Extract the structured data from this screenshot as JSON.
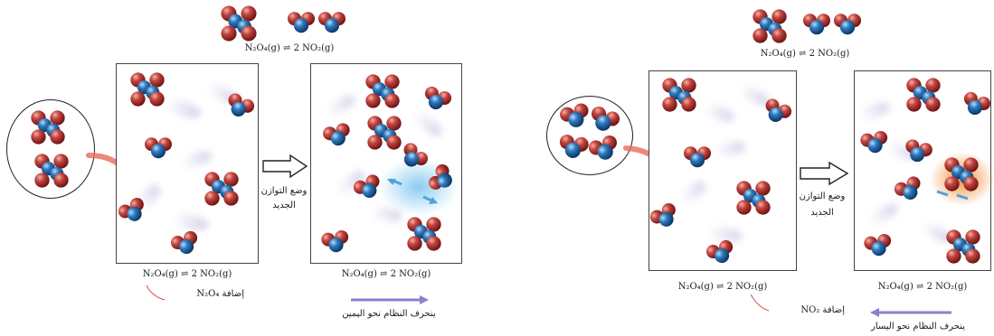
{
  "left": {
    "top_equation": "N₂O₄(g)  ⇌  2 NO₂(g)",
    "box1_equation": "N₂O₄(g)  ⇌  2 NO₂(g)",
    "box2_equation": "N₂O₄(g)  ⇌  2 NO₂(g)",
    "arrow_label_line1": "وضع التوازن",
    "arrow_label_line2": "الجديد",
    "addition_label": "إضافة N₂O₄",
    "shift_label": "ينحرف النظام نحو اليمين",
    "shift_arrow_direction": "right"
  },
  "right": {
    "top_equation": "N₂O₄(g)  ⇌  2 NO₂(g)",
    "box1_equation": "N₂O₄(g)  ⇌  2 NO₂(g)",
    "box2_equation": "N₂O₄(g)  ⇌  2 NO₂(g)",
    "arrow_label_line1": "وضع التوازن",
    "arrow_label_line2": "الجديد",
    "addition_label": "إضافة NO₂",
    "shift_label": "ينحرف النظام نحو اليسار",
    "shift_arrow_direction": "left"
  },
  "colors": {
    "oxygen": "#b5393a",
    "nitrogen": "#2a6fb3",
    "shift_arrow": "#8f7dcc",
    "addition_arrow": "#e86a5a",
    "reaction_glow_left": "#57aee0",
    "reaction_glow_right": "#f08a30"
  }
}
